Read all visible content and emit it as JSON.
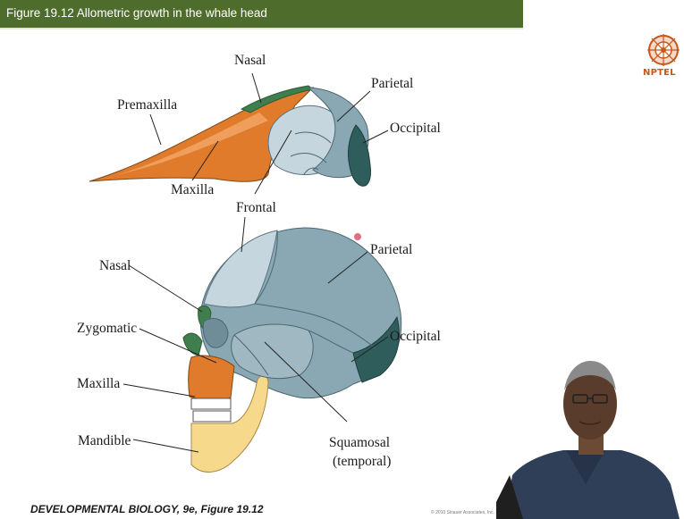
{
  "header": {
    "title": "Figure 19.12  Allometric growth in the whale head"
  },
  "whale_labels": {
    "nasal": "Nasal",
    "premaxilla": "Premaxilla",
    "parietal": "Parietal",
    "occipital": "Occipital",
    "maxilla": "Maxilla",
    "frontal": "Frontal"
  },
  "human_labels": {
    "parietal": "Parietal",
    "nasal": "Nasal",
    "zygomatic": "Zygomatic",
    "occipital": "Occipital",
    "maxilla": "Maxilla",
    "mandible": "Mandible",
    "squamosal": "Squamosal",
    "temporal": "(temporal)"
  },
  "logo": {
    "text": "NPTEL"
  },
  "footer": {
    "source": "DEVELOPMENTAL BIOLOGY, 9e, Figure 19.12",
    "copyright": "© 2010 Sinauer Associates, Inc."
  },
  "colors": {
    "header": "#4e6d2c",
    "premaxilla_maxilla": "#e07b2b",
    "nasal": "#3f7f4e",
    "frontal": "#c5d6de",
    "parietal": "#8aa8b4",
    "occipital": "#2e5d5c",
    "mandible": "#f7d98b"
  }
}
